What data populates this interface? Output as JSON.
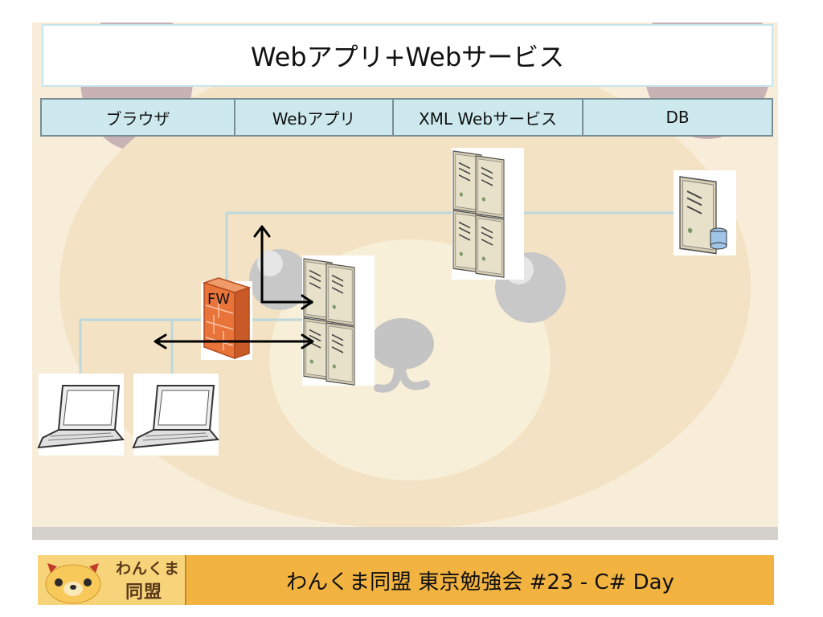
{
  "slide": {
    "title": "Webアプリ+Webサービス",
    "columns": [
      {
        "label": "ブラウザ"
      },
      {
        "label": "Webアプリ"
      },
      {
        "label": "XML Webサービス"
      },
      {
        "label": "DB"
      }
    ],
    "firewall_label": "FW"
  },
  "footer": {
    "logo_line1": "わんくま",
    "logo_line2": "同盟",
    "text": "わんくま同盟 東京勉強会 #23 - C# Day"
  },
  "colors": {
    "slide_bg": "#f8edd9",
    "header_fill": "#cde9ee",
    "connector": "#bcd8dc",
    "footer_bg": "#f2b340",
    "firewall": "#e8743a"
  }
}
